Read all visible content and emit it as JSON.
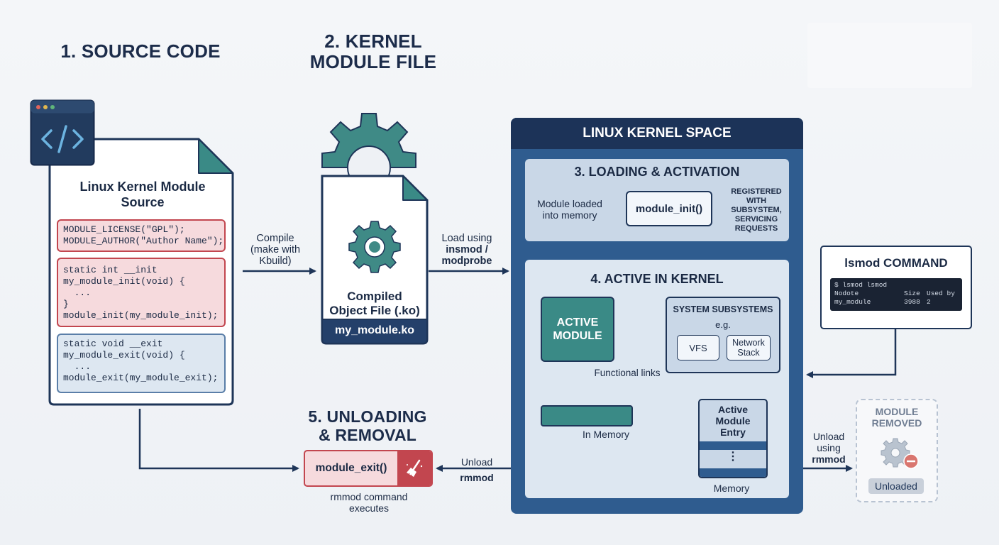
{
  "source": {
    "title": "1. SOURCE CODE",
    "doc_title": "Linux Kernel Module Source",
    "block1": [
      "MODULE_LICENSE(\"GPL\");",
      "MODULE_AUTHOR(\"Author Name\");"
    ],
    "block2": [
      "static int __init",
      "my_module_init(void) {",
      "  ...",
      "}",
      "module_init(my_module_init);"
    ],
    "block3": [
      "static void __exit",
      "my_module_exit(void) {",
      "  ...",
      "module_exit(my_module_exit);"
    ]
  },
  "compile": {
    "line1": "Compile",
    "line2": "(make with",
    "line3": "Kbuild)"
  },
  "module_file": {
    "title": "2. KERNEL MODULE FILE",
    "label1": "Compiled",
    "label2": "Object File (.ko)",
    "filename": "my_module.ko"
  },
  "load": {
    "line1": "Load using",
    "line2": "insmod /",
    "line3": "modprobe"
  },
  "kernel": {
    "title": "LINUX KERNEL SPACE",
    "loading": {
      "title": "3. LOADING & ACTIVATION",
      "loaded_l1": "Module loaded",
      "loaded_l2": "into memory",
      "init_fn": "module_init()",
      "reg_l1": "REGISTERED",
      "reg_l2": "WITH",
      "reg_l3": "SUBSYSTEM,",
      "reg_l4": "SERVICING",
      "reg_l5": "REQUESTS"
    },
    "active": {
      "title": "4. ACTIVE IN KERNEL",
      "module_l1": "ACTIVE",
      "module_l2": "MODULE",
      "subsystems": "SYSTEM SUBSYSTEMS",
      "eg": "e.g.",
      "vfs": "VFS",
      "net_l1": "Network",
      "net_l2": "Stack",
      "functional_links": "Functional links",
      "in_memory": "In Memory",
      "entry_l1": "Active",
      "entry_l2": "Module",
      "entry_l3": "Entry",
      "memory": "Memory"
    }
  },
  "lsmod": {
    "title": "lsmod COMMAND",
    "prompt": "$ lsmod lsmod",
    "col1": "Nodote",
    "col2": "Size",
    "col3": "Used by",
    "row_name": "my_module",
    "row_size": "3988",
    "row_used": "2"
  },
  "unload": {
    "title_l1": "5. UNLOADING",
    "title_l2": "& REMOVAL",
    "exit_fn": "module_exit()",
    "cmd_l1": "rmmod command",
    "cmd_l2": "executes",
    "arrow_l1": "Unload",
    "arrow_l2": "rmmod",
    "right_l1": "Unload",
    "right_l2": "using",
    "right_l3": "rmmod"
  },
  "removed": {
    "title_l1": "MODULE",
    "title_l2": "REMOVED",
    "status": "Unloaded"
  },
  "colors": {
    "navy": "#1e3558",
    "kernel_blue": "#2f5c8f",
    "teal": "#3a8a86",
    "red": "#c2464f"
  }
}
